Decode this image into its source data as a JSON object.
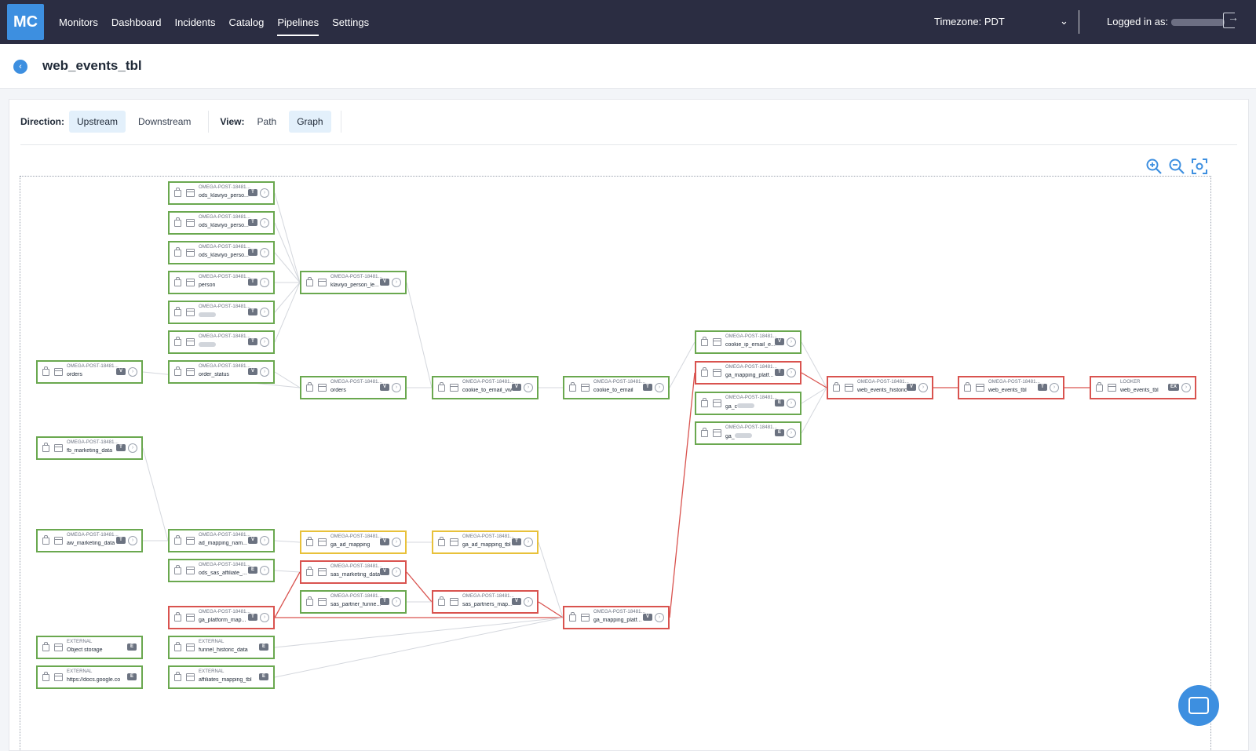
{
  "nav": {
    "logo": "MC",
    "items": [
      "Monitors",
      "Dashboard",
      "Incidents",
      "Catalog",
      "Pipelines",
      "Settings"
    ],
    "active": "Pipelines",
    "timezone": "Timezone: PDT",
    "logged_in_label": "Logged in as:"
  },
  "page": {
    "title": "web_events_tbl"
  },
  "toolbar": {
    "direction_label": "Direction:",
    "upstream": "Upstream",
    "downstream": "Downstream",
    "view_label": "View:",
    "path": "Path",
    "graph": "Graph"
  },
  "colors": {
    "green": "#6aa84f",
    "red": "#d9534f",
    "yellow": "#e8c13a",
    "accent": "#3d8fe0",
    "nav_bg": "#2b2d42"
  },
  "nodes": [
    {
      "id": "n1",
      "db": "OMEGA-POST-18481...",
      "name": "ods_klaviyo_perso...",
      "badge": "T",
      "color": "green"
    },
    {
      "id": "n2",
      "db": "OMEGA-POST-18481...",
      "name": "ods_klaviyo_perso...",
      "badge": "T",
      "color": "green"
    },
    {
      "id": "n3",
      "db": "OMEGA-POST-18481...",
      "name": "ods_klaviyo_perso...",
      "badge": "T",
      "color": "green"
    },
    {
      "id": "n4",
      "db": "OMEGA-POST-18481...",
      "name": "person",
      "badge": "T",
      "color": "green"
    },
    {
      "id": "n5",
      "db": "OMEGA-POST-18481...",
      "name": "",
      "badge": "T",
      "color": "green"
    },
    {
      "id": "n6",
      "db": "OMEGA-POST-18481...",
      "name": "",
      "badge": "T",
      "color": "green"
    },
    {
      "id": "n7",
      "db": "OMEGA-POST-18481...",
      "name": "order_status",
      "badge": "V",
      "color": "green"
    },
    {
      "id": "n8",
      "db": "OMEGA-POST-18481...",
      "name": "orders",
      "badge": "V",
      "color": "green"
    },
    {
      "id": "n9",
      "db": "OMEGA-POST-18481...",
      "name": "klaviyo_person_le...",
      "badge": "V",
      "color": "green"
    },
    {
      "id": "n10",
      "db": "OMEGA-POST-18481...",
      "name": "orders",
      "badge": "V",
      "color": "green"
    },
    {
      "id": "n11",
      "db": "OMEGA-POST-18481...",
      "name": "cookie_to_email_vw",
      "badge": "V",
      "color": "green"
    },
    {
      "id": "n12",
      "db": "OMEGA-POST-18481...",
      "name": "cookie_to_email",
      "badge": "T",
      "color": "green"
    },
    {
      "id": "n13",
      "db": "OMEGA-POST-18481...",
      "name": "cookie_ip_email_e...",
      "badge": "V",
      "color": "green"
    },
    {
      "id": "n14",
      "db": "OMEGA-POST-18481...",
      "name": "ga_mapping_platf...",
      "badge": "T",
      "color": "red"
    },
    {
      "id": "n15",
      "db": "OMEGA-POST-18481...",
      "name": "ga_c",
      "badge": "E",
      "color": "green"
    },
    {
      "id": "n16",
      "db": "OMEGA-POST-18481...",
      "name": "ga_",
      "badge": "E",
      "color": "green"
    },
    {
      "id": "n17",
      "db": "OMEGA-POST-18481...",
      "name": "web_events_historic",
      "badge": "V",
      "color": "red"
    },
    {
      "id": "n18",
      "db": "OMEGA-POST-18481...",
      "name": "web_events_tbl",
      "badge": "T",
      "color": "red"
    },
    {
      "id": "n19",
      "db": "LOOKER",
      "name": "web_events_tbl",
      "badge": "EX",
      "color": "red"
    },
    {
      "id": "n20",
      "db": "OMEGA-POST-18481...",
      "name": "fb_marketing_data",
      "badge": "T",
      "color": "green"
    },
    {
      "id": "n21",
      "db": "OMEGA-POST-18481...",
      "name": "aw_marketing_data",
      "badge": "T",
      "color": "green"
    },
    {
      "id": "n22",
      "db": "OMEGA-POST-18481...",
      "name": "ad_mapping_nam...",
      "badge": "V",
      "color": "green"
    },
    {
      "id": "n23",
      "db": "OMEGA-POST-18481...",
      "name": "ods_sas_affiliate_...",
      "badge": "E",
      "color": "green"
    },
    {
      "id": "n24",
      "db": "OMEGA-POST-18481...",
      "name": "ga_ad_mapping",
      "badge": "V",
      "color": "yellow"
    },
    {
      "id": "n25",
      "db": "OMEGA-POST-18481...",
      "name": "ga_ad_mapping_tbl",
      "badge": "T",
      "color": "yellow"
    },
    {
      "id": "n26",
      "db": "OMEGA-POST-18481...",
      "name": "sas_marketing_data",
      "badge": "V",
      "color": "red"
    },
    {
      "id": "n27",
      "db": "OMEGA-POST-18481...",
      "name": "sas_partner_funne...",
      "badge": "T",
      "color": "green"
    },
    {
      "id": "n28",
      "db": "OMEGA-POST-18481...",
      "name": "sas_partners_map...",
      "badge": "V",
      "color": "red"
    },
    {
      "id": "n29",
      "db": "OMEGA-POST-18481...",
      "name": "ga_platform_map...",
      "badge": "T",
      "color": "red"
    },
    {
      "id": "n30",
      "db": "OMEGA-POST-18481...",
      "name": "ga_mapping_platf...",
      "badge": "V",
      "color": "red"
    },
    {
      "id": "n31",
      "db": "EXTERNAL",
      "name": "Object storage",
      "badge": "E",
      "color": "green"
    },
    {
      "id": "n32",
      "db": "EXTERNAL",
      "name": "funnel_historic_data",
      "badge": "E",
      "color": "green"
    },
    {
      "id": "n33",
      "db": "EXTERNAL",
      "name": "https://docs.google.com...",
      "badge": "E",
      "color": "green"
    },
    {
      "id": "n34",
      "db": "EXTERNAL",
      "name": "affiliates_mapping_tbl",
      "badge": "E",
      "color": "green"
    }
  ],
  "edges": [
    [
      "n1",
      "n9",
      "gray"
    ],
    [
      "n2",
      "n9",
      "gray"
    ],
    [
      "n3",
      "n9",
      "gray"
    ],
    [
      "n4",
      "n9",
      "gray"
    ],
    [
      "n5",
      "n9",
      "gray"
    ],
    [
      "n6",
      "n9",
      "gray"
    ],
    [
      "n9",
      "n11",
      "gray"
    ],
    [
      "n8",
      "n10",
      "gray"
    ],
    [
      "n7",
      "n10",
      "gray"
    ],
    [
      "n10",
      "n11",
      "gray"
    ],
    [
      "n11",
      "n12",
      "gray"
    ],
    [
      "n12",
      "n13",
      "gray"
    ],
    [
      "n13",
      "n17",
      "gray"
    ],
    [
      "n14",
      "n17",
      "red"
    ],
    [
      "n15",
      "n17",
      "gray"
    ],
    [
      "n16",
      "n17",
      "gray"
    ],
    [
      "n17",
      "n18",
      "red"
    ],
    [
      "n18",
      "n19",
      "red"
    ],
    [
      "n30",
      "n14",
      "red"
    ],
    [
      "n20",
      "n22",
      "gray"
    ],
    [
      "n21",
      "n22",
      "gray"
    ],
    [
      "n22",
      "n24",
      "gray"
    ],
    [
      "n24",
      "n25",
      "gray"
    ],
    [
      "n25",
      "n30",
      "gray"
    ],
    [
      "n23",
      "n26",
      "gray"
    ],
    [
      "n29",
      "n26",
      "red"
    ],
    [
      "n26",
      "n28",
      "red"
    ],
    [
      "n27",
      "n28",
      "gray"
    ],
    [
      "n28",
      "n30",
      "red"
    ],
    [
      "n29",
      "n30",
      "red"
    ],
    [
      "n32",
      "n30",
      "gray"
    ],
    [
      "n34",
      "n30",
      "gray"
    ]
  ]
}
